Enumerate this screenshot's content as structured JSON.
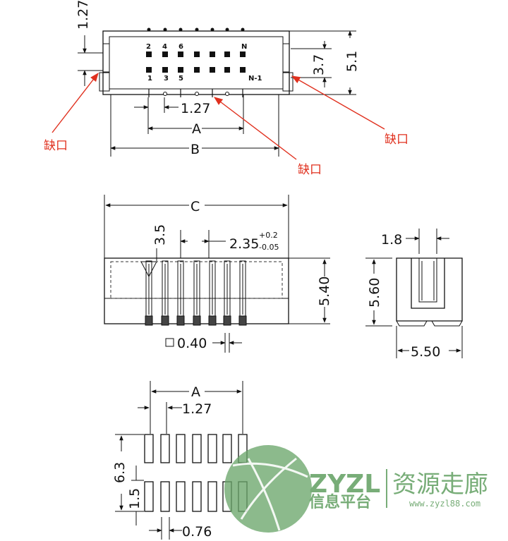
{
  "dims": {
    "top_pitch": "1.27",
    "height_3_7": "3.7",
    "height_5_1": "5.1",
    "pitch_bottom": "1.27",
    "label_a": "A",
    "label_b": "B",
    "label_c": "C",
    "side_3_5": "3.5",
    "offset_main": "2.35",
    "offset_plus": "+0.2",
    "offset_minus": "-0.05",
    "height_5_40": "5.40",
    "pin_size": "0.40",
    "side_width_1_8": "1.8",
    "side_height_5_60": "5.60",
    "side_width_5_50": "5.50",
    "pad_pitch": "1.27",
    "pad_span_a": "A",
    "pad_height_6_3": "6.3",
    "pad_length_1_5": "1.5",
    "pad_width_0_76": "0.76"
  },
  "pins": {
    "top_row": [
      "2",
      "4",
      "6",
      "N"
    ],
    "bottom_row": [
      "1",
      "3",
      "5",
      "N-1"
    ]
  },
  "notes": {
    "notch_left": "缺口",
    "notch_bottom": "缺口",
    "notch_right": "缺口"
  },
  "watermark": {
    "brand": "ZYZL",
    "slogan": "资源走廊",
    "sub": "信息平台",
    "url": "www.zyzl88.com",
    "color": "#6aa56a"
  }
}
